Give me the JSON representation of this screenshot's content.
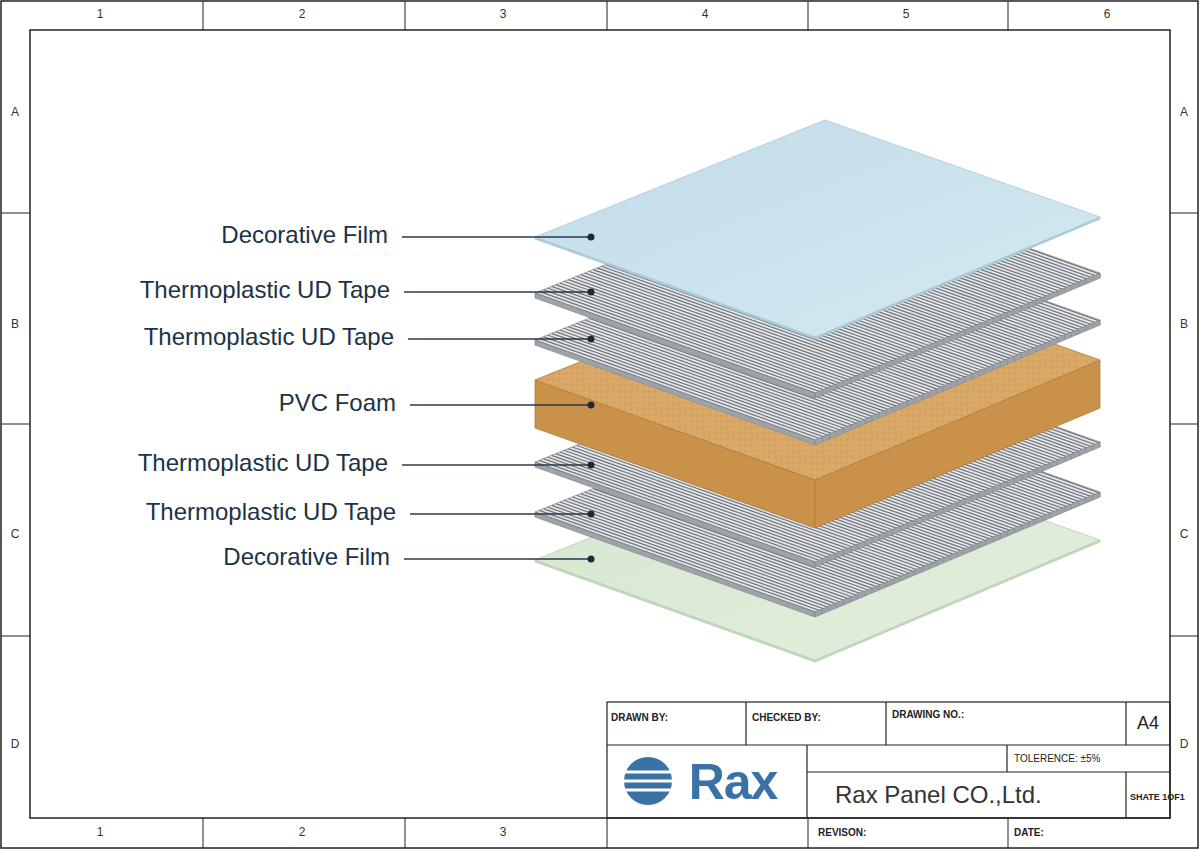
{
  "diagram": {
    "labels": [
      "1",
      "2",
      "3",
      "4",
      "5",
      "6",
      "1",
      "2",
      "3",
      "A",
      "B",
      "C",
      "D",
      "A",
      "B",
      "C",
      "D",
      "Decorative Film",
      "Thermoplastic UD Tape",
      "Thermoplastic UD Tape",
      "PVC Foam",
      "Thermoplastic UD Tape",
      "Thermoplastic UD Tape",
      "Decorative Film",
      "DRAWN BY:",
      "CHECKED BY:",
      "DRAWING NO.:",
      "A4",
      "TOLERENCE:  ±5%",
      "Rax",
      "Rax Panel CO.,Ltd.",
      "SHATE 1OF1",
      "REVISON:",
      "DATE:"
    ]
  }
}
